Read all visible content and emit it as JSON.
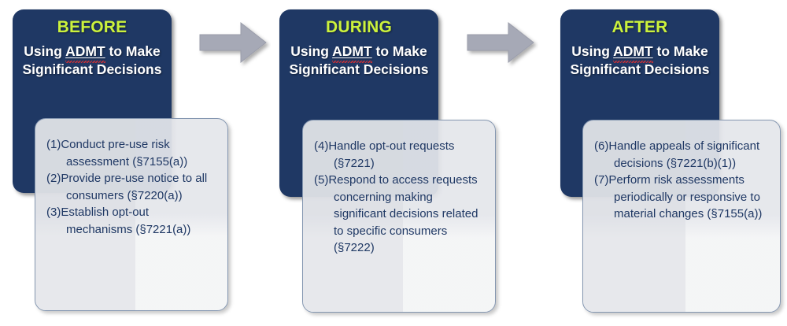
{
  "theme": {
    "navy": "#1F3864",
    "accent_green": "#CCF23C",
    "arrow_gray": "#A6A9B6",
    "card_bg": "#F4F5F6",
    "text_navy": "#1F3864"
  },
  "columns": [
    {
      "title": "BEFORE",
      "subtitle_pre": "Using ",
      "subtitle_term": "ADMT",
      "subtitle_post": " to Make Significant Decisions",
      "items": [
        "(1)Conduct pre-use risk assessment (§7155(a))",
        "(2)Provide pre-use notice to all consumers  (§7220(a))",
        "(3)Establish opt-out mechanisms (§7221(a))"
      ]
    },
    {
      "title": "DURING",
      "subtitle_pre": "Using ",
      "subtitle_term": "ADMT",
      "subtitle_post": " to Make Significant Decisions",
      "items": [
        "(4)Handle opt-out requests (§7221)",
        "(5)Respond to access requests concerning making significant decisions related to specific consumers (§7222)"
      ]
    },
    {
      "title": "AFTER",
      "subtitle_pre": "Using ",
      "subtitle_term": "ADMT",
      "subtitle_post": " to Make Significant Decisions",
      "items": [
        "(6)Handle appeals of significant decisions (§7221(b)(1))",
        "(7)Perform risk assessments periodically or responsive to material changes (§7155(a))"
      ]
    }
  ],
  "arrows": [
    {
      "name": "arrow-before-to-during"
    },
    {
      "name": "arrow-during-to-after"
    }
  ]
}
